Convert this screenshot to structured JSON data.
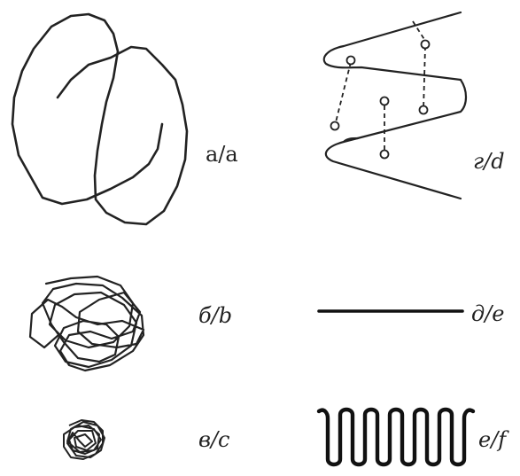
{
  "colors": {
    "ink": "#222222",
    "background": "#ffffff"
  },
  "panels": [
    {
      "id": "a",
      "label": "а/a",
      "depicts": "large loose random coil"
    },
    {
      "id": "b",
      "label": "б/b",
      "depicts": "compact random coil"
    },
    {
      "id": "c",
      "label": "в/c",
      "depicts": "tight collapsed globule"
    },
    {
      "id": "d",
      "label": "г/d",
      "depicts": "folded zig-zag chain with dashed links and small circles"
    },
    {
      "id": "e",
      "label": "д/e",
      "depicts": "fully extended straight chain"
    },
    {
      "id": "f",
      "label": "е/f",
      "depicts": "regular folded hairpin chain"
    }
  ]
}
